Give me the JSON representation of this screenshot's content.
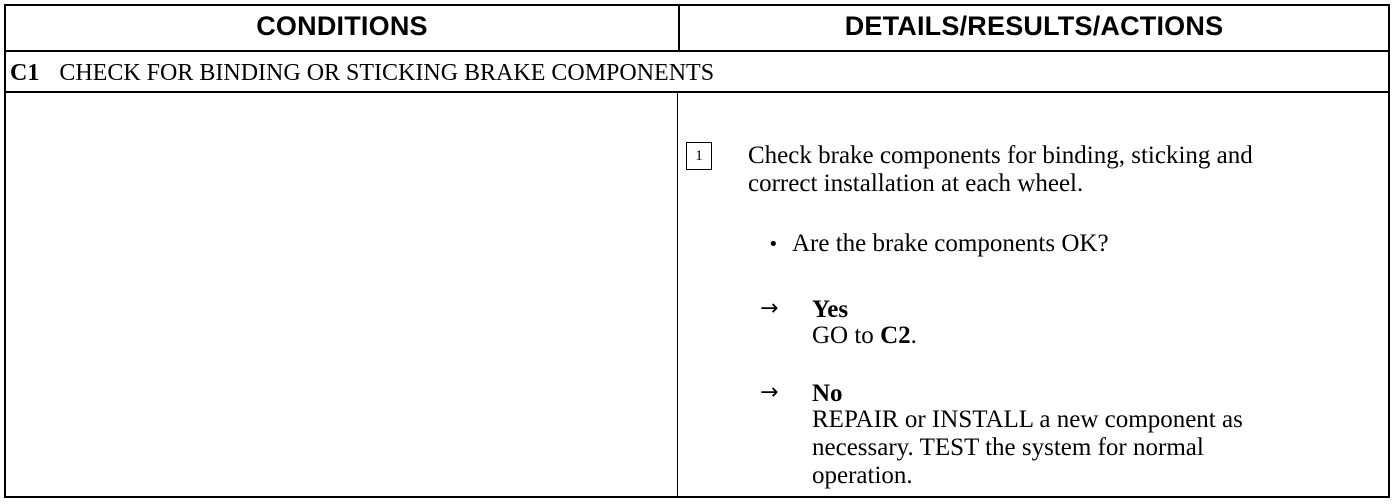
{
  "table": {
    "col_conditions": "CONDITIONS",
    "col_details": "DETAILS/RESULTS/ACTIONS"
  },
  "section": {
    "code": "C1",
    "title": "CHECK FOR BINDING OR STICKING BRAKE COMPONENTS"
  },
  "step": {
    "number": "1",
    "instruction_line1": "Check brake components for binding, sticking and",
    "instruction_line2": "correct installation at each wheel.",
    "question": "Are the brake components OK?",
    "yes_label": "Yes",
    "yes_action_prefix": "GO to ",
    "yes_action_target": "C2",
    "yes_action_suffix": ".",
    "no_label": "No",
    "no_action_line1": "REPAIR or INSTALL a new component as",
    "no_action_line2": "necessary. TEST the system for normal",
    "no_action_line3": "operation."
  }
}
